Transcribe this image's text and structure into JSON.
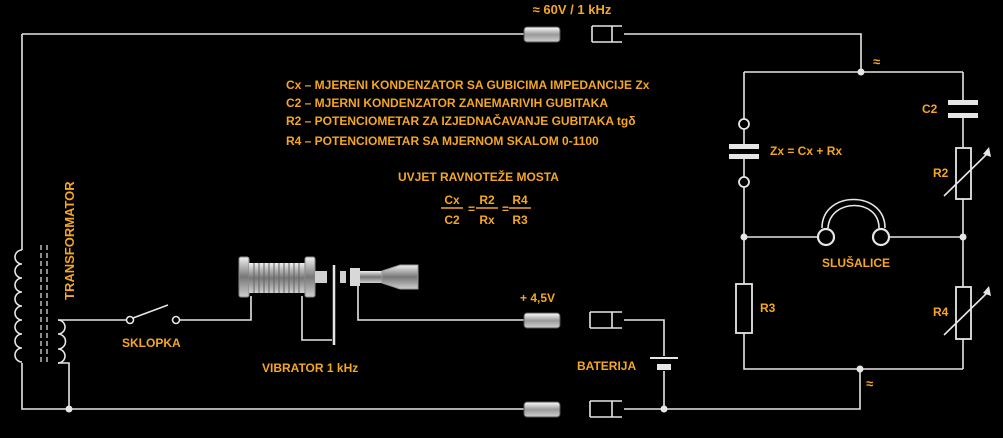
{
  "source_label": "≈ 60V / 1 kHz",
  "tilde_symbol": "≈",
  "legend": [
    "Cx – MJERENI KONDENZATOR SA GUBICIMA IMPEDANCIJE Zx",
    "C2 – MJERNI KONDENZATOR ZANEMARIVIH GUBITAKA",
    "R2 – POTENCIOMETAR ZA IZJEDNAČAVANJE GUBITAKA  tgδ",
    "R4 – POTENCIOMETAR SA MJERNOM SKALOM  0-1100"
  ],
  "balance_title": "UVJET RAVNOTEŽE MOSTA",
  "equation": {
    "f1_num": "Cx",
    "f1_den": "C2",
    "f2_num": "R2",
    "f2_den": "Rx",
    "f3_num": "R4",
    "f3_den": "R3",
    "eq": "="
  },
  "labels": {
    "transformator": "TRANSFORMATOR",
    "sklopka": "SKLOPKA",
    "vibrator": "VIBRATOR 1 kHz",
    "battery_voltage": "+ 4,5V",
    "baterija": "BATERIJA",
    "zx": "Zx = Cx + Rx",
    "c2": "C2",
    "r2": "R2",
    "r3": "R3",
    "r4": "R4",
    "slusalice": "SLUŠALICE"
  }
}
